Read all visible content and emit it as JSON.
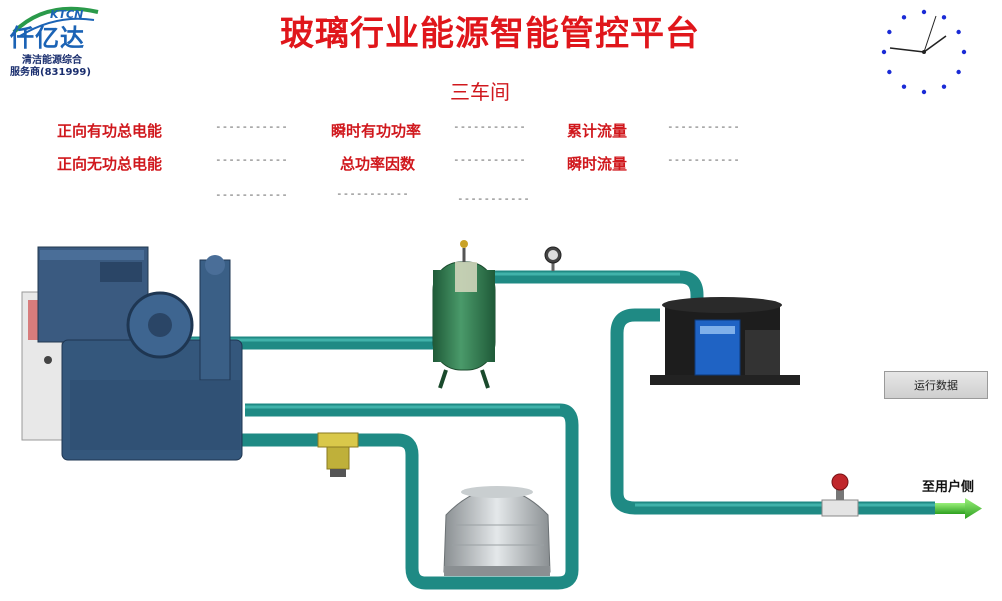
{
  "header": {
    "logo_ktcn": "KTCN",
    "logo_name": "仟亿达",
    "logo_line1": "清洁能源综合",
    "logo_line2": "服务商(831999)",
    "title": "玻璃行业能源智能管控平台",
    "subtitle": "三车间"
  },
  "metrics": {
    "row1": [
      {
        "label": "正向有功总电能",
        "value": "-----------"
      },
      {
        "label": "瞬时有功功率",
        "value": "-----------"
      },
      {
        "label": "累计流量",
        "value": "-----------"
      }
    ],
    "row2": [
      {
        "label": "正向无功总电能",
        "value": "-----------"
      },
      {
        "label": "总功率因数",
        "value": "-----------"
      },
      {
        "label": "瞬时流量",
        "value": "-----------"
      }
    ],
    "row3": [
      "-----------",
      "-----------",
      "-----------"
    ]
  },
  "controls": {
    "run_data_button": "运行数据",
    "to_user_label": "至用户侧"
  },
  "colors": {
    "title_red": "#e0161b",
    "pipe_teal": "#1f8a84",
    "tank_green": "#2f7a4d",
    "machine_blue": "#3a5a80"
  },
  "icons": [
    "clock-icon",
    "arrow-right-icon"
  ]
}
